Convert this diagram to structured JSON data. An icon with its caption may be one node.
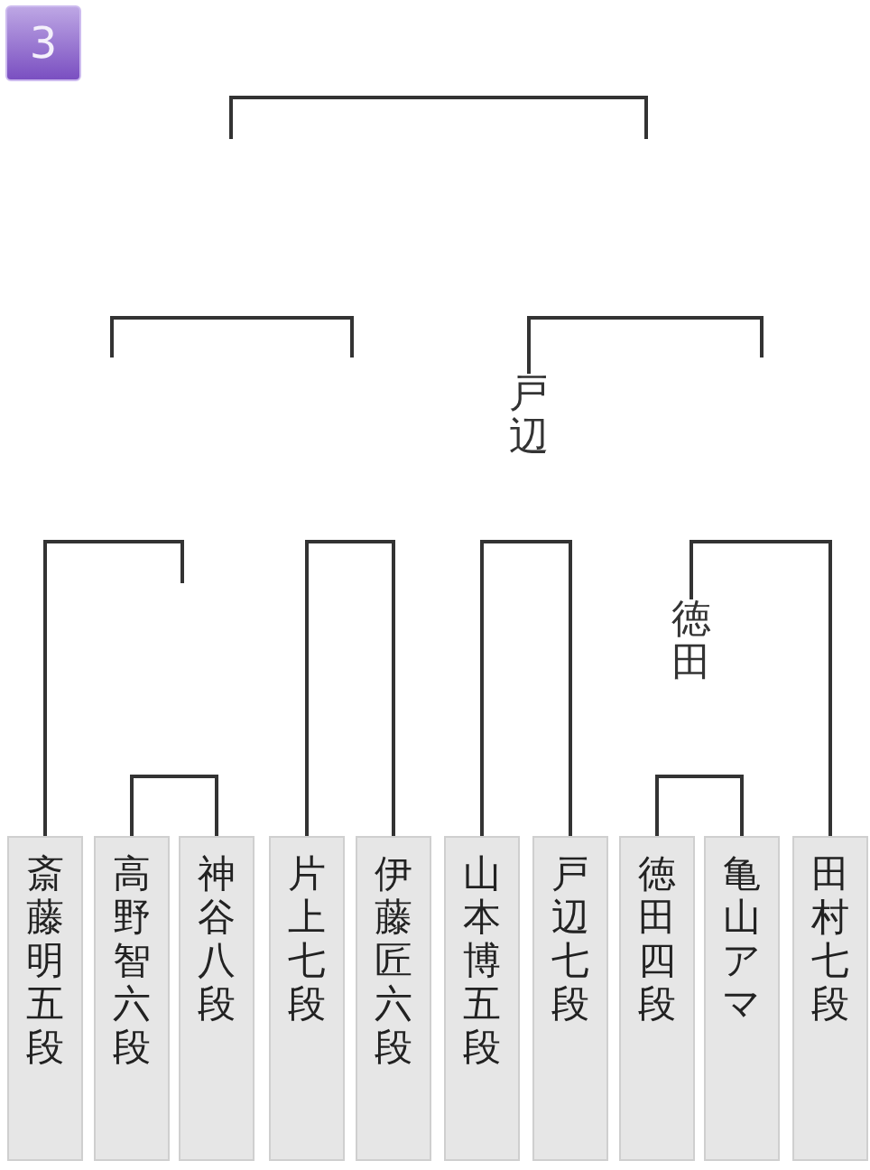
{
  "diagram": {
    "nodes": [
      {
        "text": [
          "3"
        ]
      },
      {
        "text": [
          "戸辺"
        ]
      },
      {
        "text": [
          "徳田"
        ]
      },
      {
        "text": [
          "斎藤明五段"
        ]
      },
      {
        "text": [
          "高野智六段"
        ]
      },
      {
        "text": [
          "神谷八段"
        ]
      },
      {
        "text": [
          "片上七段"
        ]
      },
      {
        "text": [
          "伊藤匠六段"
        ]
      },
      {
        "text": [
          "山本博五段"
        ]
      },
      {
        "text": [
          "戸辺七段"
        ]
      },
      {
        "text": [
          "徳田四段"
        ]
      },
      {
        "text": [
          "亀山アマ"
        ]
      },
      {
        "text": [
          "田村七段"
        ]
      }
    ],
    "edges": [
      {
        "from": 1,
        "to": null,
        "arrow": "none"
      },
      {
        "from": 3,
        "to": null,
        "arrow": "none"
      },
      {
        "from": 6,
        "to": 7,
        "arrow": "none"
      },
      {
        "from": 8,
        "to": 9,
        "arrow": "none"
      },
      {
        "from": 2,
        "to": 12,
        "arrow": "none"
      },
      {
        "from": 4,
        "to": 5,
        "arrow": "none"
      },
      {
        "from": 10,
        "to": 11,
        "arrow": "none"
      }
    ]
  }
}
